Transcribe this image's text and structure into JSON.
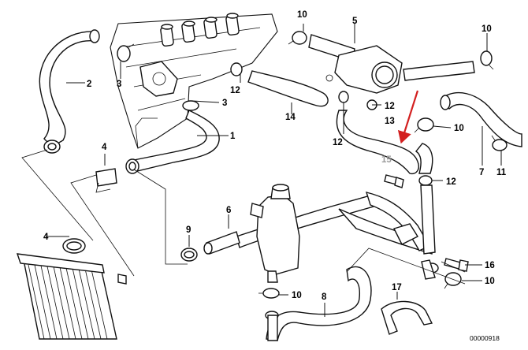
{
  "callouts": {
    "c1": "1",
    "c2": "2",
    "c3a": "3",
    "c3b": "3",
    "c4a": "4",
    "c4b": "4",
    "c5": "5",
    "c6": "6",
    "c7": "7",
    "c8": "8",
    "c9": "9",
    "c10a": "10",
    "c10b": "10",
    "c10c": "10",
    "c10d": "10",
    "c10e": "10",
    "c11": "11",
    "c12a": "12",
    "c12b": "12",
    "c12c": "12",
    "c12d": "12",
    "c13": "13",
    "c14": "14",
    "c15": "15",
    "c16": "16",
    "c17": "17"
  },
  "diagram_id": "00000918",
  "colors": {
    "line": "#111111",
    "arrow": "#d32020",
    "muted": "#9a9a9a",
    "background": "#ffffff"
  }
}
